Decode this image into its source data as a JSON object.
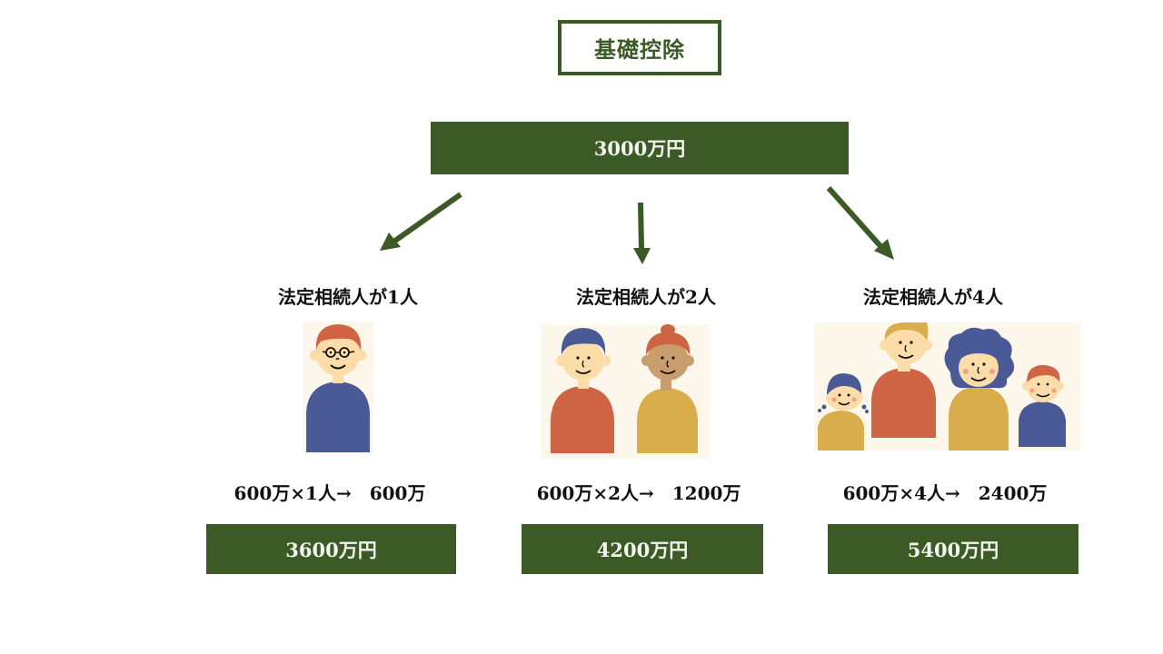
{
  "title": "基礎控除",
  "base_amount": "3000万円",
  "colors": {
    "primary_green": "#3b5a25",
    "illustration_bg": "#fdf6ea",
    "skin": "#fcdca8",
    "skin_dark": "#c99e6c",
    "orange": "#cf6444",
    "blue": "#4a5a96",
    "mustard": "#d9ac4c"
  },
  "cases": [
    {
      "heading": "法定相続人が1人",
      "calculation": "600万×1人→　600万",
      "total": "3600万円",
      "illustration": "one-person-icon"
    },
    {
      "heading": "法定相続人が2人",
      "calculation": "600万×2人→　1200万",
      "total": "4200万円",
      "illustration": "two-people-icon"
    },
    {
      "heading": "法定相続人が4人",
      "calculation": "600万×4人→　2400万",
      "total": "5400万円",
      "illustration": "family-of-four-icon"
    }
  ]
}
